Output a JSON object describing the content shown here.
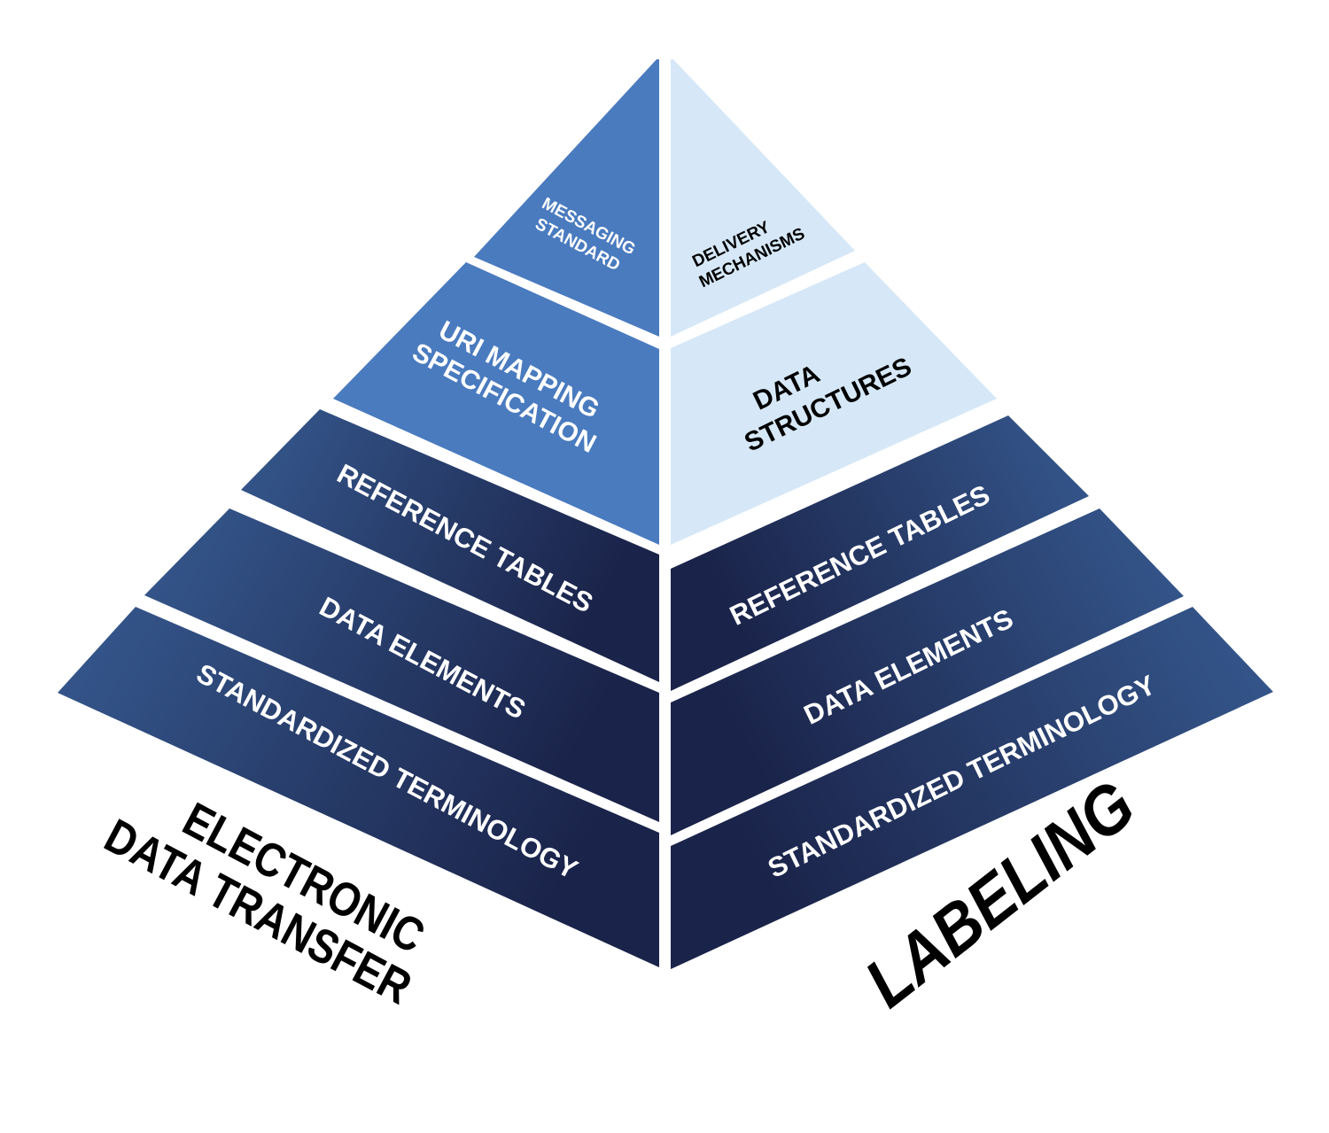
{
  "colors": {
    "background": "#ffffff",
    "medium_blue": "#4a7bbf",
    "light_blue": "#d6e8f7",
    "navy_outer": "#35588e",
    "navy_inner": "#1a2349",
    "text_light": "#ffffff",
    "text_dark": "#000000"
  },
  "left_face": {
    "title_line1": "ELECTRONIC",
    "title_line2": "DATA TRANSFER",
    "tiers": [
      {
        "line1": "MESSAGING",
        "line2": "STANDARD"
      },
      {
        "line1": "URI MAPPING",
        "line2": "SPECIFICATION"
      },
      {
        "label": "REFERENCE TABLES"
      },
      {
        "label": "DATA ELEMENTS"
      },
      {
        "label": "STANDARDIZED TERMINOLOGY"
      }
    ]
  },
  "right_face": {
    "title": "LABELING",
    "tiers": [
      {
        "line1": "DELIVERY",
        "line2": "MECHANISMS"
      },
      {
        "line1": "DATA",
        "line2": "STRUCTURES"
      },
      {
        "label": "REFERENCE TABLES"
      },
      {
        "label": "DATA ELEMENTS"
      },
      {
        "label": "STANDARDIZED TERMINOLOGY"
      }
    ]
  }
}
